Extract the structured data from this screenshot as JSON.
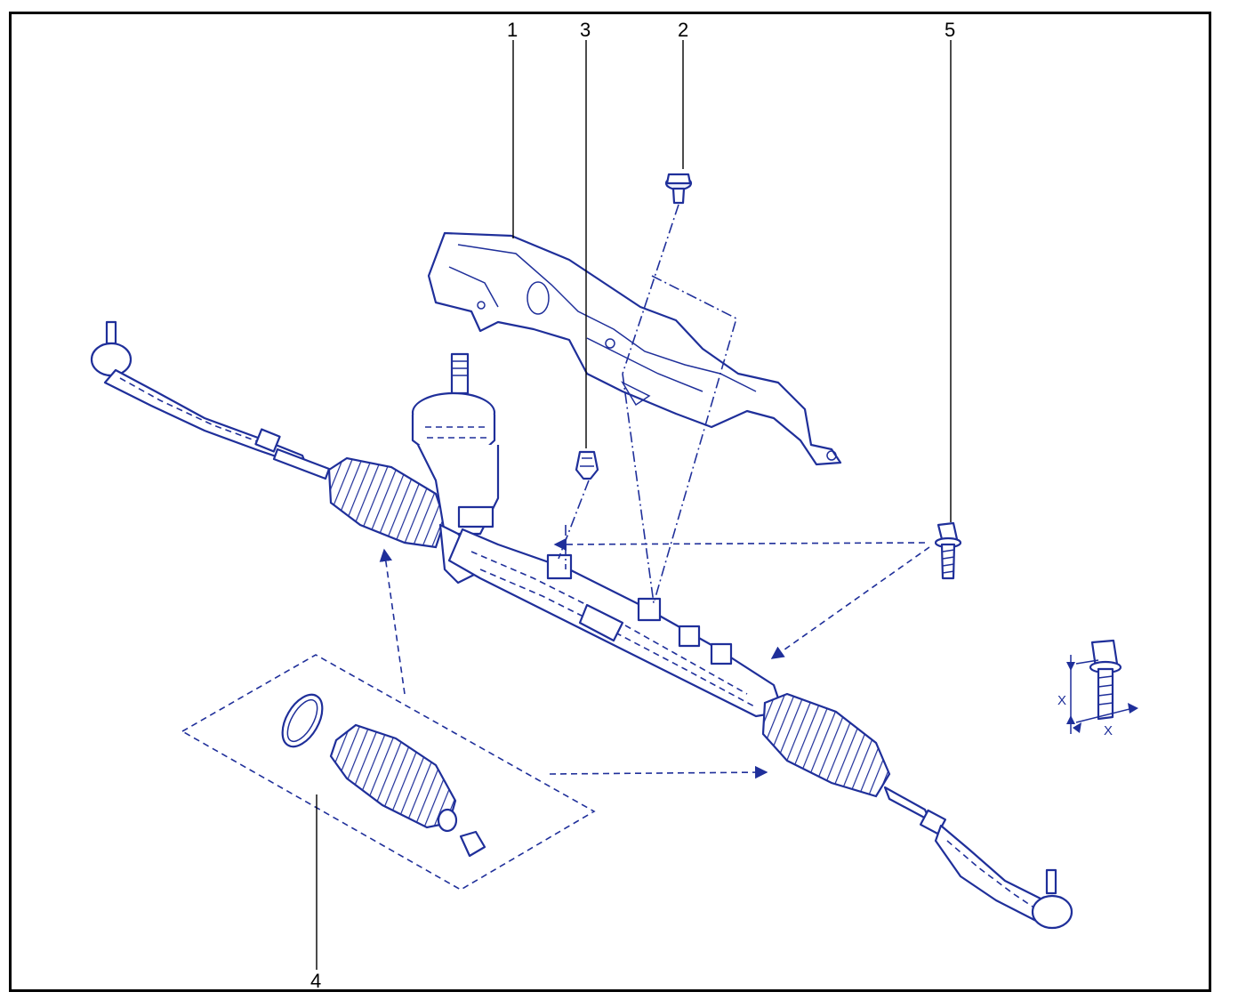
{
  "callouts": [
    {
      "id": "1",
      "label": "1"
    },
    {
      "id": "2",
      "label": "2"
    },
    {
      "id": "3",
      "label": "3"
    },
    {
      "id": "4",
      "label": "4"
    },
    {
      "id": "5",
      "label": "5"
    }
  ],
  "bolt_detail": {
    "dimension_label_1": "X",
    "dimension_label_2": "X"
  },
  "colors": {
    "line": "#1f2f9a",
    "frame": "#000000"
  }
}
